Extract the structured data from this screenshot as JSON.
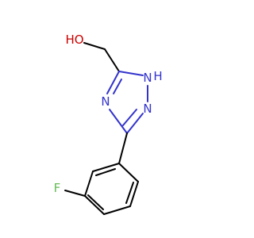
{
  "colors": {
    "carbon": "#000000",
    "nitrogen": "#3333cc",
    "oxygen": "#cc0000",
    "fluorine": "#66bb55",
    "background": "#ffffff"
  },
  "atoms": {
    "hydroxyl": {
      "label": "HO",
      "element": "oxygen"
    },
    "nh": {
      "label": "N",
      "element": "nitrogen"
    },
    "nh_hydrogen": {
      "label": "H",
      "element": "nitrogen"
    },
    "n2": {
      "label": "N",
      "element": "nitrogen"
    },
    "n4": {
      "label": "N",
      "element": "nitrogen"
    },
    "fluorine": {
      "label": "F",
      "element": "fluorine"
    }
  }
}
